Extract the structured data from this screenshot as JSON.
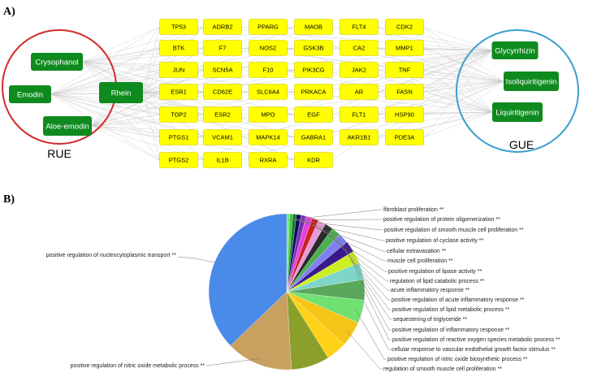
{
  "panels": {
    "a": "A)",
    "b": "B)"
  },
  "groups": {
    "left": "RUE",
    "right": "GUE"
  },
  "colors": {
    "left_circle": "#d42a2a",
    "right_circle": "#3a9ed0",
    "herb_fill": "#0f8a1f",
    "gene_fill": "#ffff00",
    "gene_border": "#c8c800",
    "edge": "#c9c9c9"
  },
  "left_compounds": [
    "Crysophanol",
    "Emodin",
    "Rhein",
    "Aloe-emodin"
  ],
  "right_compounds": [
    "Glycyrrhizin",
    "Isoliquiritigenin",
    "Liquiritigenin"
  ],
  "targets": [
    [
      "TP53",
      "ADRB2",
      "PPARG",
      "MAOB",
      "FLT4",
      "CDK2"
    ],
    [
      "BTK",
      "F7",
      "NOS2",
      "GSK3B",
      "CA2",
      "MMP1"
    ],
    [
      "JUN",
      "SCN5A",
      "F10",
      "PIK3CG",
      "JAK2",
      "TNF"
    ],
    [
      "ESR1",
      "CD62E",
      "SLC6A4",
      "PRKACA",
      "AR",
      "FASN"
    ],
    [
      "TOP2",
      "ESR2",
      "MPO",
      "EGF",
      "FLT1",
      "HSP90"
    ],
    [
      "PTGS1",
      "VCAM1",
      "MAPK14",
      "GABRA1",
      "AKR1B1",
      "PDE3A"
    ],
    [
      "PTGS2",
      "IL1B",
      "RXRA",
      "KDR"
    ]
  ],
  "chart_data": {
    "type": "pie",
    "title": "",
    "slices": [
      {
        "label": "fibroblast proliferation **",
        "value": 0.6,
        "color": "#7fe07f"
      },
      {
        "label": "positive regulation of protein oligomerization **",
        "value": 0.6,
        "color": "#2ecc40"
      },
      {
        "label": "positive regulation of smooth muscle cell proliferation **",
        "value": 0.7,
        "color": "#1a7a1a"
      },
      {
        "label": "positive regulation of cyclase activity **",
        "value": 0.9,
        "color": "#0a0a6a"
      },
      {
        "label": "cellular extravasation **",
        "value": 1.0,
        "color": "#7b2ea8"
      },
      {
        "label": "muscle cell proliferation **",
        "value": 1.2,
        "color": "#e040e0"
      },
      {
        "label": "positive regulation of lipase activity **",
        "value": 1.3,
        "color": "#cc2020"
      },
      {
        "label": "regulation of lipid catabolic process **",
        "value": 1.5,
        "color": "#e69ad8"
      },
      {
        "label": "acute inflammatory response **",
        "value": 1.6,
        "color": "#2a2a2a"
      },
      {
        "label": "positive regulation of acute inflammatory response **",
        "value": 1.8,
        "color": "#4caf50"
      },
      {
        "label": "positive regulation of lipid metabolic process **",
        "value": 2.0,
        "color": "#8080f0"
      },
      {
        "label": "sequestering of triglyceride **",
        "value": 2.2,
        "color": "#3a1a8a"
      },
      {
        "label": "positive regulation of inflammatory response **",
        "value": 2.5,
        "color": "#ccee22"
      },
      {
        "label": "positive regulation of reactive oxygen species metabolic process **",
        "value": 3.3,
        "color": "#7fd6c8"
      },
      {
        "label": "cellular response to vascular endothelial growth factor stimulus **",
        "value": 4.0,
        "color": "#5aa85a"
      },
      {
        "label": "positive regulation of nitric oxide biosynthetic process **",
        "value": 4.5,
        "color": "#70e070"
      },
      {
        "label": "regulation of smooth muscle cell proliferation **",
        "value": 5.0,
        "color": "#f5c518"
      },
      {
        "label": "",
        "value": 4.0,
        "color": "#ffd21a"
      },
      {
        "label": "",
        "value": 7.5,
        "color": "#8aa02a"
      },
      {
        "label": "positive regulation of nitric oxide metabolic process **",
        "value": 13.0,
        "color": "#c8a060"
      },
      {
        "label": "positive regulation of nucleocytoplasmic transport **",
        "value": 35.0,
        "color": "#4a8ae8"
      }
    ]
  }
}
